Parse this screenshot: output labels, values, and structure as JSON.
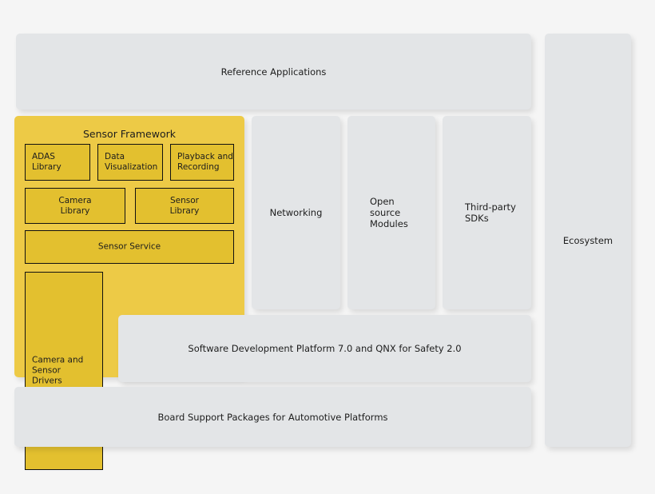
{
  "diagram": {
    "background_color": "#f5f5f5",
    "panel_grey": "#e3e5e7",
    "panel_yellow": "#edca46",
    "inner_yellow": "#e3c02f",
    "border_color": "#111111",
    "text_color": "#1d1d1d"
  },
  "reference_applications": {
    "label": "Reference Applications"
  },
  "sensor_framework": {
    "title": "Sensor Framework",
    "boxes": [
      {
        "id": "adas-library",
        "label": "ADAS\nLibrary",
        "align": "left"
      },
      {
        "id": "data-visualization",
        "label": "Data\nVisualization",
        "align": "left"
      },
      {
        "id": "playback-and-recording",
        "label": "Playback and\nRecording",
        "align": "left"
      },
      {
        "id": "camera-library",
        "label": "Camera\nLibrary",
        "align": "center"
      },
      {
        "id": "sensor-library",
        "label": "Sensor\nLibrary",
        "align": "center"
      },
      {
        "id": "sensor-service",
        "label": "Sensor Service",
        "align": "center"
      },
      {
        "id": "camera-and-sensor-drivers",
        "label": "Camera and\nSensor\nDrivers",
        "align": "left"
      }
    ]
  },
  "columns": [
    {
      "id": "networking",
      "label": "Networking",
      "align": "center"
    },
    {
      "id": "open-source",
      "label": "Open\nsource\nModules",
      "align": "left"
    },
    {
      "id": "third-party",
      "label": "Third-party\nSDKs",
      "align": "left"
    }
  ],
  "platform_bar": {
    "label": "Software Development Platform 7.0 and QNX for Safety 2.0"
  },
  "bsp_bar": {
    "label": "Board Support Packages for Automotive Platforms"
  },
  "ecosystem": {
    "label": "Ecosystem"
  }
}
